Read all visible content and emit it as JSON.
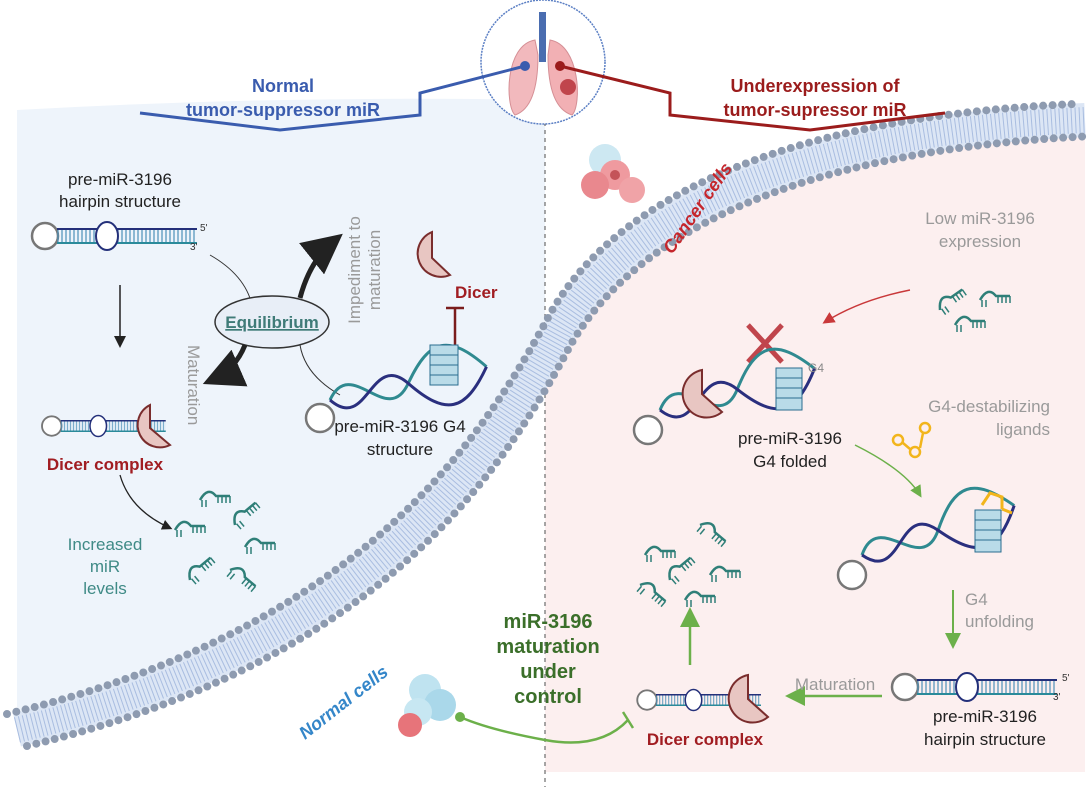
{
  "header": {
    "left_title": [
      "Normal",
      "tumor-suppressor miR"
    ],
    "right_title": [
      "Underexpression of",
      "tumor-supressor miR"
    ],
    "left_color": "#3a5cae",
    "right_color": "#9b1c1c"
  },
  "normal_panel": {
    "hairpin_label": [
      "pre-miR-3196",
      "hairpin structure"
    ],
    "prime5": "5'",
    "prime3": "3'",
    "equilibrium": "Equilibrium",
    "impediment": [
      "Impediment to",
      "maturation"
    ],
    "maturation": "Maturation",
    "dicer": "Dicer",
    "g4_label": [
      "pre-miR-3196 G4",
      "structure"
    ],
    "dicer_complex": "Dicer complex",
    "increased": [
      "Increased",
      "miR",
      "levels"
    ],
    "cell_label": "Normal cells"
  },
  "cancer_panel": {
    "cell_label": "Cancer cells",
    "low_expression": [
      "Low miR-3196",
      "expression"
    ],
    "g4_tag": "G4",
    "g4_folded": [
      "pre-miR-3196",
      "G4 folded"
    ],
    "ligands": [
      "G4-destabilizing",
      "ligands"
    ],
    "unfolding": [
      "G4",
      "unfolding"
    ],
    "maturation": "Maturation",
    "hairpin_label": [
      "pre-miR-3196",
      "hairpin structure"
    ],
    "prime5": "5'",
    "prime3": "3'",
    "dicer_complex": "Dicer complex",
    "control": [
      "miR-3196",
      "maturation",
      "under",
      "control"
    ]
  },
  "colors": {
    "normal_bg": "#eef4fb",
    "cancer_bg": "#fcefef",
    "membrane": "#8e9bb0",
    "dicer": "#e8c6c2",
    "mir": "#2f7f78",
    "green_arrow": "#6cb04a",
    "ligand": "#f2b51c"
  }
}
